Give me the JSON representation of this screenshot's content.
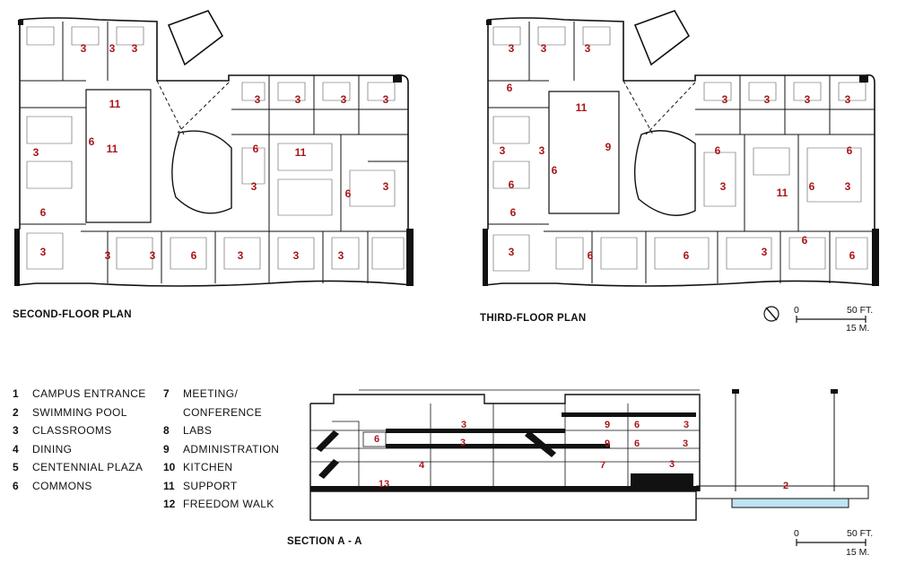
{
  "captions": {
    "second_floor": "SECOND-FLOOR PLAN",
    "third_floor": "THIRD-FLOOR PLAN",
    "section": "SECTION A - A"
  },
  "legend": {
    "col1": [
      {
        "num": "1",
        "label": "CAMPUS ENTRANCE"
      },
      {
        "num": "2",
        "label": "SWIMMING POOL"
      },
      {
        "num": "3",
        "label": "CLASSROOMS"
      },
      {
        "num": "4",
        "label": "DINING"
      },
      {
        "num": "5",
        "label": "CENTENNIAL PLAZA"
      },
      {
        "num": "6",
        "label": "COMMONS"
      }
    ],
    "col2": [
      {
        "num": "7",
        "label": "MEETING/"
      },
      {
        "num": "",
        "label": "CONFERENCE"
      },
      {
        "num": "8",
        "label": "LABS"
      },
      {
        "num": "9",
        "label": "ADMINISTRATION"
      },
      {
        "num": "10",
        "label": "KITCHEN"
      },
      {
        "num": "11",
        "label": "SUPPORT"
      },
      {
        "num": "12",
        "label": "FREEDOM WALK"
      }
    ]
  },
  "scales": {
    "plan": {
      "zero": "0",
      "ft": "50 FT.",
      "m": "15 M."
    },
    "section": {
      "zero": "0",
      "ft": "50 FT.",
      "m": "15 M."
    }
  },
  "room_tags": {
    "second_floor": [
      "3",
      "3",
      "3",
      "11",
      "3",
      "3",
      "3",
      "3",
      "6",
      "3",
      "11",
      "11",
      "6",
      "3",
      "6",
      "3",
      "6",
      "3",
      "3",
      "6",
      "3",
      "3",
      "3",
      "3"
    ],
    "third_floor": [
      "3",
      "3",
      "3",
      "6",
      "11",
      "3",
      "3",
      "3",
      "3",
      "6",
      "9",
      "6",
      "3",
      "3",
      "6",
      "6",
      "3",
      "11",
      "3",
      "3",
      "6",
      "6",
      "6",
      "6",
      "3",
      "6",
      "6"
    ],
    "section": [
      "3",
      "9",
      "6",
      "3",
      "6",
      "3",
      "9",
      "6",
      "3",
      "4",
      "7",
      "3",
      "13",
      "2"
    ]
  },
  "colors": {
    "tag": "#a8161b",
    "ink": "#111111",
    "pool": "#bfe3f2"
  }
}
